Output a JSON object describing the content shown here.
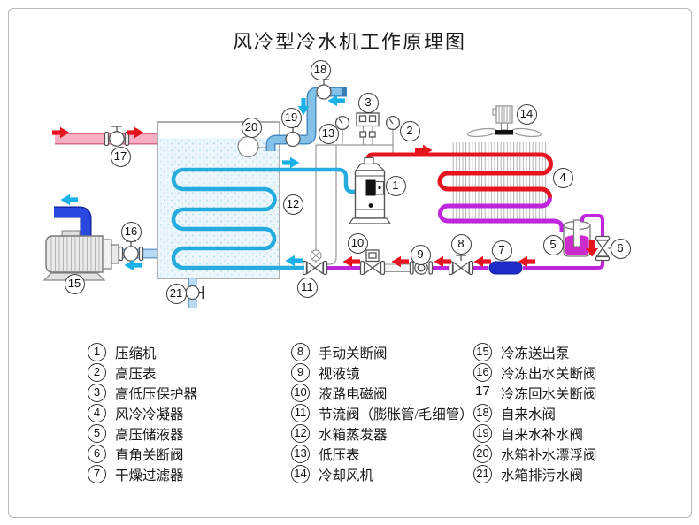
{
  "title": "风冷型冷水机工作原理图",
  "callouts": [
    "1",
    "2",
    "3",
    "4",
    "5",
    "6",
    "7",
    "8",
    "9",
    "10",
    "11",
    "12",
    "13",
    "14",
    "15",
    "16",
    "17",
    "18",
    "19",
    "20",
    "21"
  ],
  "legend": {
    "col1": [
      {
        "num": "1",
        "label": "压缩机"
      },
      {
        "num": "2",
        "label": "高压表"
      },
      {
        "num": "3",
        "label": "高低压保护器"
      },
      {
        "num": "4",
        "label": "风冷冷凝器"
      },
      {
        "num": "5",
        "label": "高压储液器"
      },
      {
        "num": "6",
        "label": "直角关断阀"
      },
      {
        "num": "7",
        "label": "干燥过滤器"
      }
    ],
    "col2": [
      {
        "num": "8",
        "label": "手动关断阀"
      },
      {
        "num": "9",
        "label": "视液镜"
      },
      {
        "num": "10",
        "label": "液路电磁阀"
      },
      {
        "num": "11",
        "label": "节流阀（膨胀管/毛细管）"
      },
      {
        "num": "12",
        "label": "水箱蒸发器"
      },
      {
        "num": "13",
        "label": "低压表"
      },
      {
        "num": "14",
        "label": "冷却风机"
      }
    ],
    "col3": [
      {
        "num": "15",
        "label": "冷冻送出泵"
      },
      {
        "num": "16",
        "label": "冷冻出水关断阀"
      },
      {
        "num": "17",
        "label": "冷冻回水关断阀"
      },
      {
        "num": "18",
        "label": "自来水阀"
      },
      {
        "num": "19",
        "label": "自来水补水阀"
      },
      {
        "num": "20",
        "label": "水箱补水漂浮阀"
      },
      {
        "num": "21",
        "label": "水箱排污水阀"
      }
    ]
  },
  "colors": {
    "hot_gas_line": "#e6141e",
    "condensed_liquid_line": "#bf25dd",
    "cold_refrigerant_coil": "#25abdd",
    "chilled_return_pipe": "#f8aec2",
    "chilled_supply_pipe": "#2a48de",
    "tank_water_pipe": "#b6daf3",
    "tap_water_pipe": "#84c1e9",
    "drier_filter": "#1f2cc8",
    "receiver_liquid": "#cb2ccb"
  }
}
